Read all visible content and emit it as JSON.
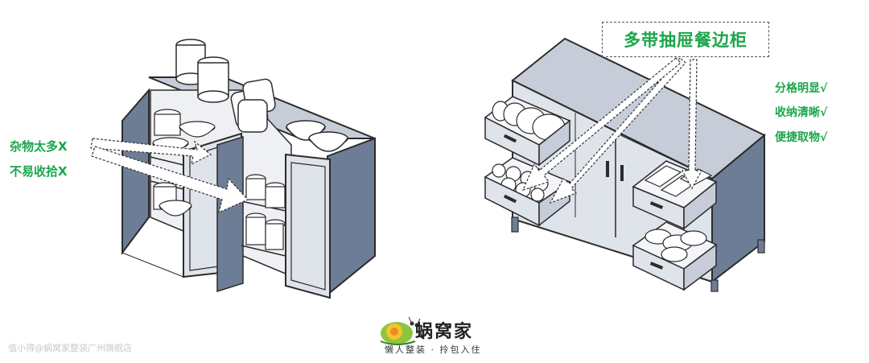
{
  "left_panel": {
    "bad_points": [
      "杂物太多X",
      "不易收拾X"
    ]
  },
  "right_panel": {
    "title": "多带抽屉餐边柜",
    "good_points": [
      "分格明显√",
      "收纳清晰√",
      "便捷取物√"
    ]
  },
  "brand": {
    "name": "蜗窝家",
    "slogan": "懒人整装 · 拎包入住"
  },
  "watermark": "值小得@蜗窝家整装广州旗舰店",
  "colors": {
    "accent_green": "#1aa64a",
    "cabinet_top": "#c7cdd8",
    "cabinet_front": "#dfe3ea",
    "cabinet_side": "#6e7d96",
    "outline": "#2b2b2b"
  }
}
